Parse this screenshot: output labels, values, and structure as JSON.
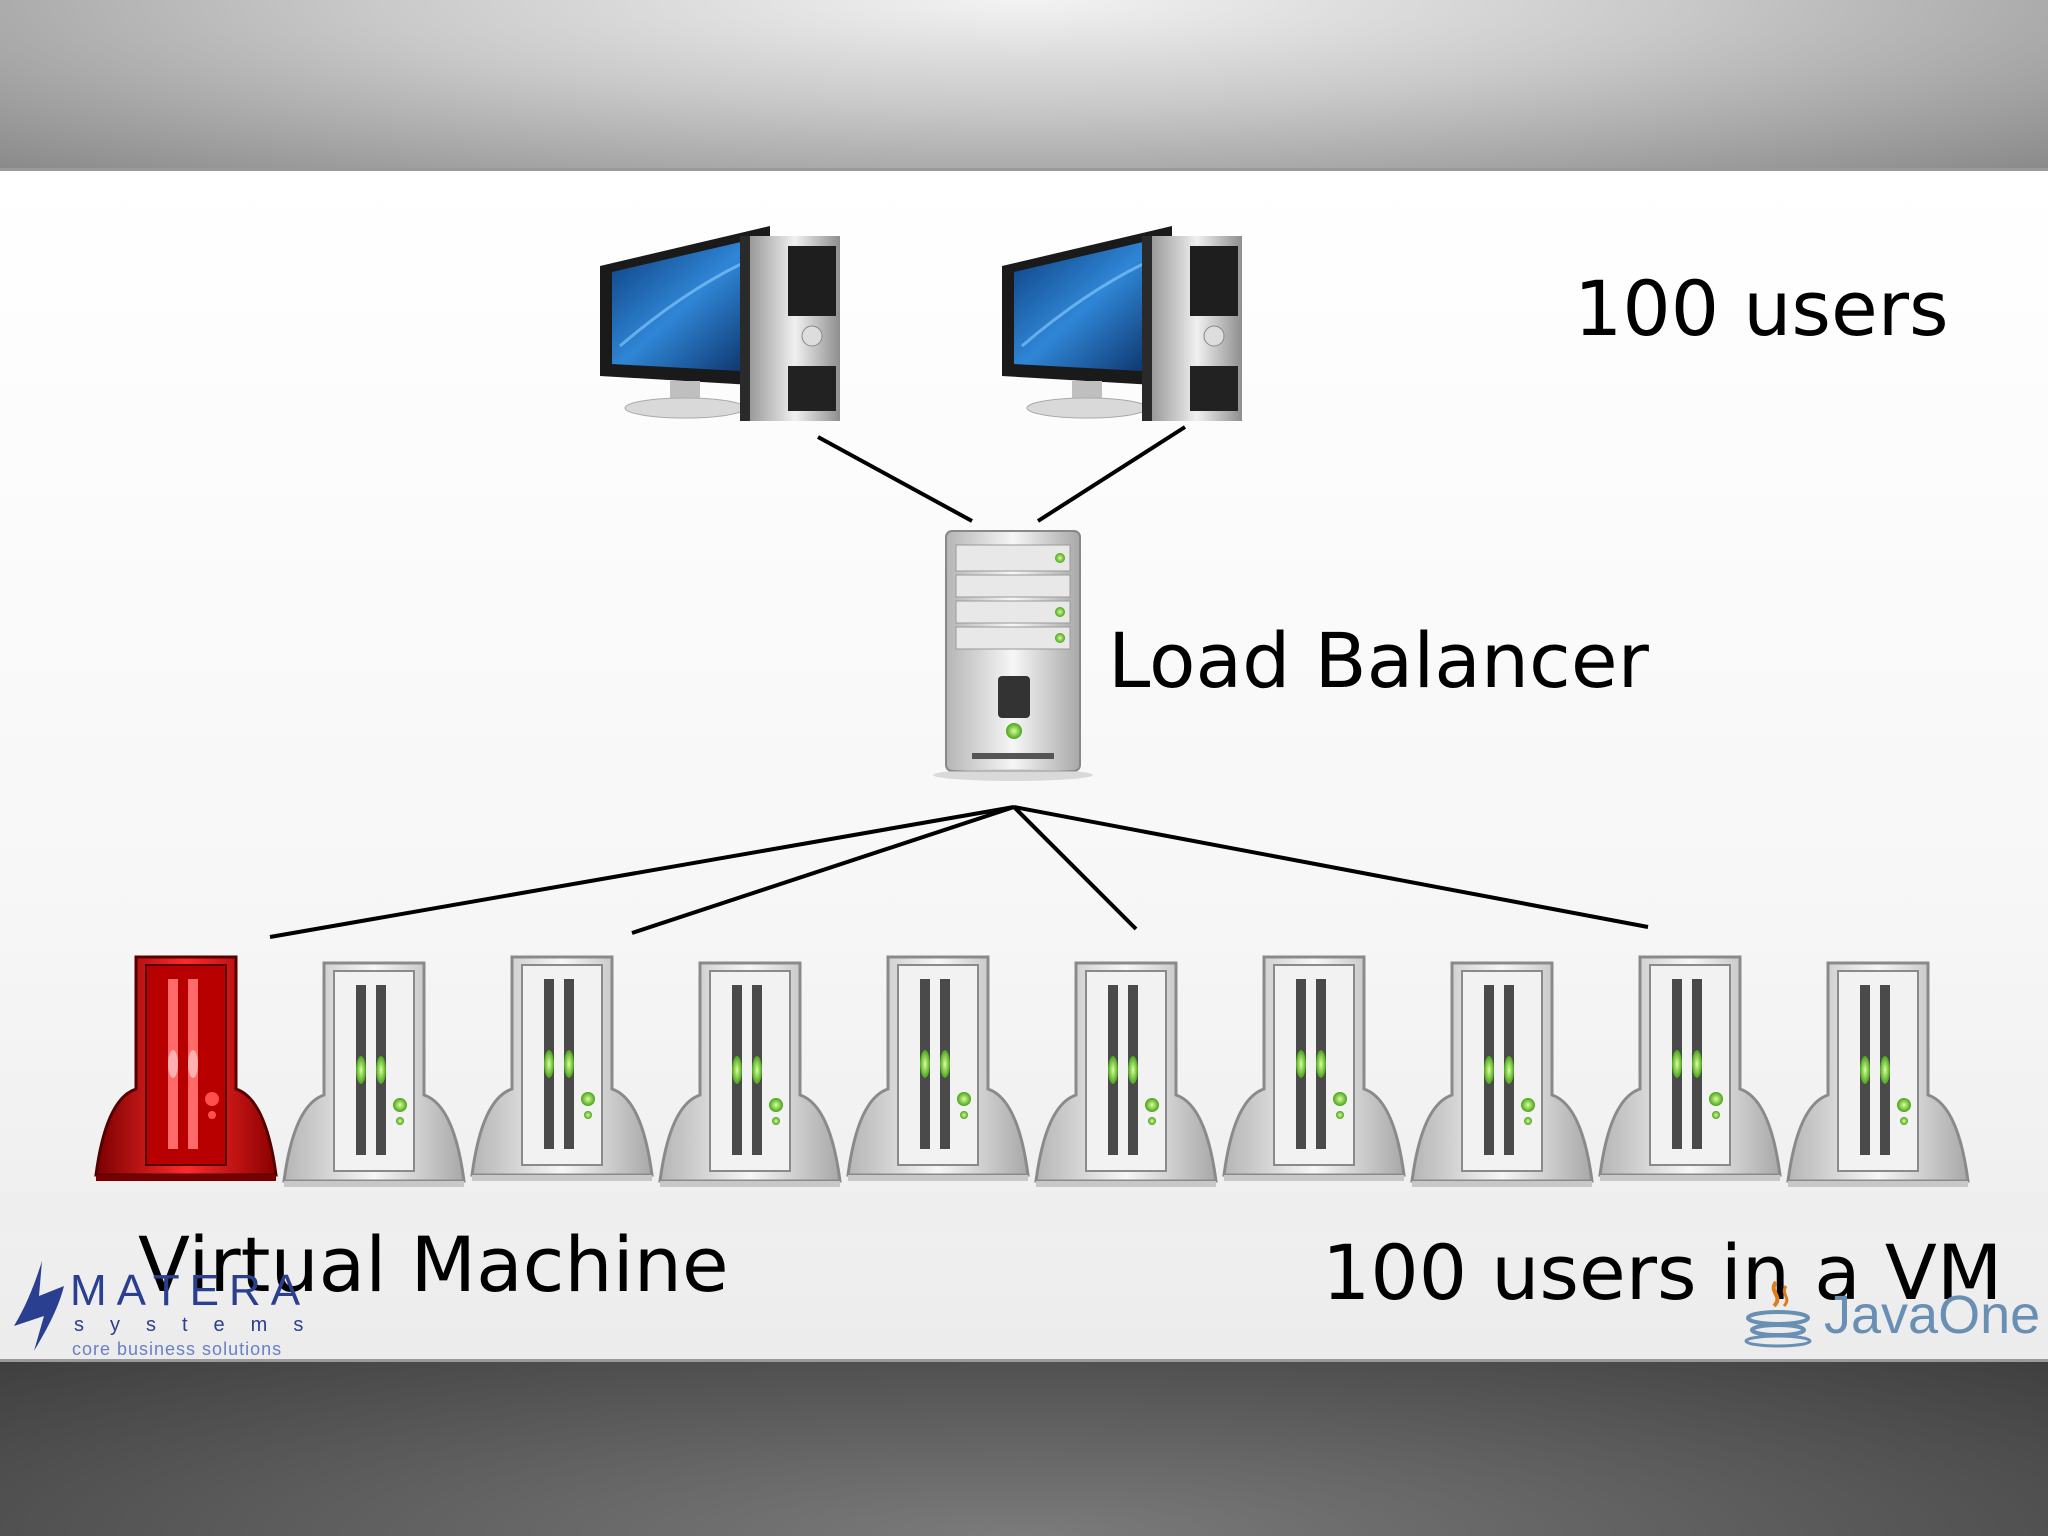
{
  "labels": {
    "users_top": "100 users",
    "load_balancer": "Load Balancer",
    "virtual_machine": "Virtual Machine",
    "users_vm": "100 users in a VM"
  },
  "logos": {
    "matera": {
      "word": "MATERA",
      "sub": "systems",
      "tagline": "core business solutions"
    },
    "javaone": {
      "word": "JavaOne"
    }
  },
  "diagram": {
    "clients": 2,
    "vm_count": 10,
    "highlighted_vm_index": 0,
    "highlight_color": "#cc0000"
  }
}
